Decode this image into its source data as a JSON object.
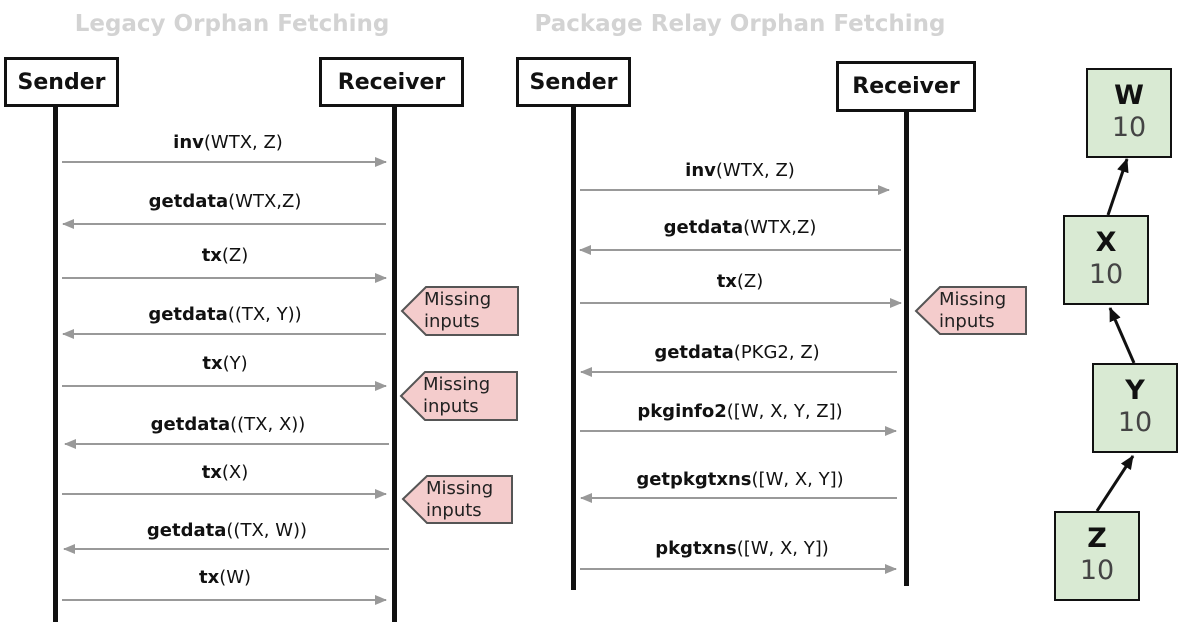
{
  "legacy": {
    "title": "Legacy Orphan Fetching",
    "sender_label": "Sender",
    "receiver_label": "Receiver",
    "messages": [
      {
        "cmd": "inv",
        "args": "(WTX, Z)",
        "direction": "to-receiver"
      },
      {
        "cmd": "getdata",
        "args": "(WTX,Z)",
        "direction": "to-sender"
      },
      {
        "cmd": "tx",
        "args": "(Z)",
        "direction": "to-receiver"
      },
      {
        "cmd": "getdata",
        "args": "((TX, Y))",
        "direction": "to-sender"
      },
      {
        "cmd": "tx",
        "args": "(Y)",
        "direction": "to-receiver"
      },
      {
        "cmd": "getdata",
        "args": "((TX, X))",
        "direction": "to-sender"
      },
      {
        "cmd": "tx",
        "args": "(X)",
        "direction": "to-receiver"
      },
      {
        "cmd": "getdata",
        "args": "((TX, W))",
        "direction": "to-sender"
      },
      {
        "cmd": "tx",
        "args": "(W)",
        "direction": "to-receiver"
      }
    ],
    "notes": [
      "Missing\ninputs",
      "Missing\ninputs",
      "Missing\ninputs"
    ]
  },
  "package_relay": {
    "title": "Package Relay Orphan Fetching",
    "sender_label": "Sender",
    "receiver_label": "Receiver",
    "messages": [
      {
        "cmd": "inv",
        "args": "(WTX, Z)",
        "direction": "to-receiver"
      },
      {
        "cmd": "getdata",
        "args": "(WTX,Z)",
        "direction": "to-sender"
      },
      {
        "cmd": "tx",
        "args": "(Z)",
        "direction": "to-receiver"
      },
      {
        "cmd": "getdata",
        "args": "(PKG2, Z)",
        "direction": "to-sender"
      },
      {
        "cmd": "pkginfo2",
        "args": "([W, X, Y, Z])",
        "direction": "to-receiver"
      },
      {
        "cmd": "getpkgtxns",
        "args": "([W, X, Y])",
        "direction": "to-sender"
      },
      {
        "cmd": "pkgtxns",
        "args": "([W, X, Y])",
        "direction": "to-receiver"
      }
    ],
    "notes": [
      "Missing\ninputs"
    ]
  },
  "tx_graph": {
    "nodes": [
      {
        "name": "W",
        "value": "10"
      },
      {
        "name": "X",
        "value": "10"
      },
      {
        "name": "Y",
        "value": "10"
      },
      {
        "name": "Z",
        "value": "10"
      }
    ],
    "edges": [
      {
        "from": "Z",
        "to": "Y"
      },
      {
        "from": "Y",
        "to": "X"
      },
      {
        "from": "X",
        "to": "W"
      }
    ]
  },
  "colors": {
    "line": "#111111",
    "arrow": "#999999",
    "note_fill": "#f4cccc",
    "note_stroke": "#555555",
    "node_fill": "#d9ead3",
    "title": "#d3d3d3"
  }
}
